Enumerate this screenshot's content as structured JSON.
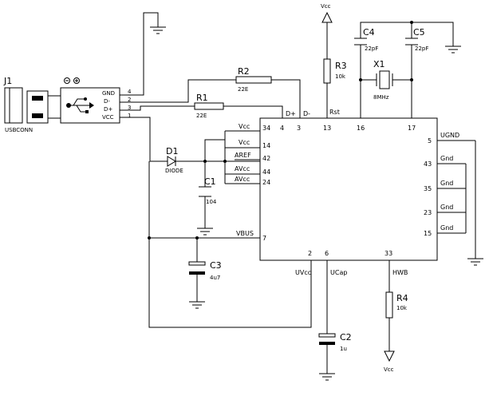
{
  "connector": {
    "ref": "J1",
    "name": "USBCONN",
    "pins": [
      {
        "name": "GND",
        "num": "4"
      },
      {
        "name": "D-",
        "num": "2"
      },
      {
        "name": "D+",
        "num": "3"
      },
      {
        "name": "VCC",
        "num": "1"
      }
    ]
  },
  "components": {
    "r1": {
      "ref": "R1",
      "value": "22E"
    },
    "r2": {
      "ref": "R2",
      "value": "22E"
    },
    "r3": {
      "ref": "R3",
      "value": "10k"
    },
    "r4": {
      "ref": "R4",
      "value": "10k"
    },
    "d1": {
      "ref": "D1",
      "value": "DIODE"
    },
    "c1": {
      "ref": "C1",
      "value": "104"
    },
    "c2": {
      "ref": "C2",
      "value": "1u"
    },
    "c3": {
      "ref": "C3",
      "value": "4u7"
    },
    "c4": {
      "ref": "C4",
      "value": "22pF"
    },
    "c5": {
      "ref": "C5",
      "value": "22pF"
    },
    "x1": {
      "ref": "X1",
      "value": "8MHz"
    }
  },
  "power": {
    "vcc_top": "Vcc",
    "vcc_bottom": "Vcc"
  },
  "ic": {
    "top_pins": [
      {
        "num": "4",
        "name": ""
      },
      {
        "num": "3",
        "name": "D-"
      },
      {
        "num": "13",
        "name": "Rst"
      },
      {
        "num": "16",
        "name": ""
      },
      {
        "num": "17",
        "name": ""
      }
    ],
    "top_pin4_label": "D+",
    "left_pins": [
      {
        "num": "34",
        "name": "Vcc"
      },
      {
        "num": "14",
        "name": "Vcc"
      },
      {
        "num": "42",
        "name": "AREF"
      },
      {
        "num": "44",
        "name": "AVcc"
      },
      {
        "num": "24",
        "name": "AVcc"
      },
      {
        "num": "7",
        "name": "VBUS"
      }
    ],
    "right_pins": [
      {
        "num": "5",
        "name": "UGND"
      },
      {
        "num": "43",
        "name": "Gnd"
      },
      {
        "num": "35",
        "name": "Gnd"
      },
      {
        "num": "23",
        "name": "Gnd"
      },
      {
        "num": "15",
        "name": "Gnd"
      }
    ],
    "bottom_pins": [
      {
        "num": "2",
        "name": "UVcc"
      },
      {
        "num": "6",
        "name": "UCap"
      },
      {
        "num": "33",
        "name": "HWB"
      }
    ]
  }
}
